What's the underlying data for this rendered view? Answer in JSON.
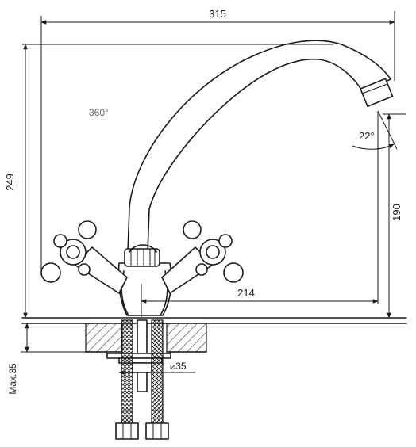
{
  "dimensions": {
    "overall_reach": "315",
    "overall_height": "249",
    "spout_height": "190",
    "spout_reach": "214",
    "rotation_angle": "360°",
    "spout_tilt": "22°",
    "hole_diameter": "⌀35",
    "max_counter_thickness": "Max.35"
  },
  "colors": {
    "line": "#1a1a1a",
    "background": "#ffffff",
    "note_text": "#666666"
  }
}
